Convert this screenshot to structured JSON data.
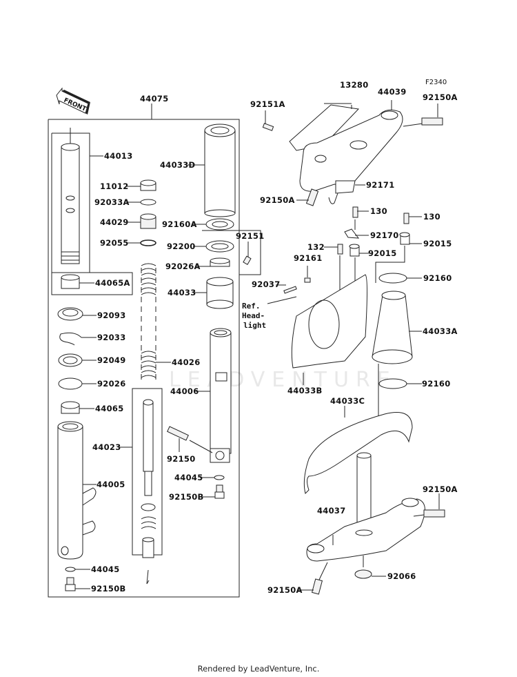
{
  "figure_code": "F2340",
  "front_label": "FRONT",
  "watermark": "LEADVENTURE",
  "footer": "Rendered by LeadVenture, Inc.",
  "ref_note": [
    "Ref.",
    "Head-",
    "light"
  ],
  "labels": {
    "p44075": "44075",
    "p44013": "44013",
    "p44033D": "44033D",
    "p11012": "11012",
    "p92033A": "92033A",
    "p44029": "44029",
    "p92160A": "92160A",
    "p92055": "92055",
    "p92200": "92200",
    "p92151": "92151",
    "p92026A": "92026A",
    "p44065A": "44065A",
    "p44033": "44033",
    "p92093": "92093",
    "p92033": "92033",
    "p92049": "92049",
    "p44026": "44026",
    "p92026": "92026",
    "p44006": "44006",
    "p44065": "44065",
    "p44023": "44023",
    "p92150": "92150",
    "p44005": "44005",
    "p44045a": "44045",
    "p92150Ba": "92150B",
    "p44045b": "44045",
    "p92150Bb": "92150B",
    "p13280": "13280",
    "p44039": "44039",
    "p92151A": "92151A",
    "p92150A_top_r": "92150A",
    "p92171": "92171",
    "p92150A_top_l": "92150A",
    "p130a": "130",
    "p130b": "130",
    "p92170": "92170",
    "p132": "132",
    "p92015a": "92015",
    "p92015b": "92015",
    "p92161": "92161",
    "p92037": "92037",
    "p92160a": "92160",
    "p44033A": "44033A",
    "p44033B": "44033B",
    "p92160b": "92160",
    "p44033C": "44033C",
    "p92150A_bot_r": "92150A",
    "p44037": "44037",
    "p92066": "92066",
    "p92150A_bot_l": "92150A"
  }
}
